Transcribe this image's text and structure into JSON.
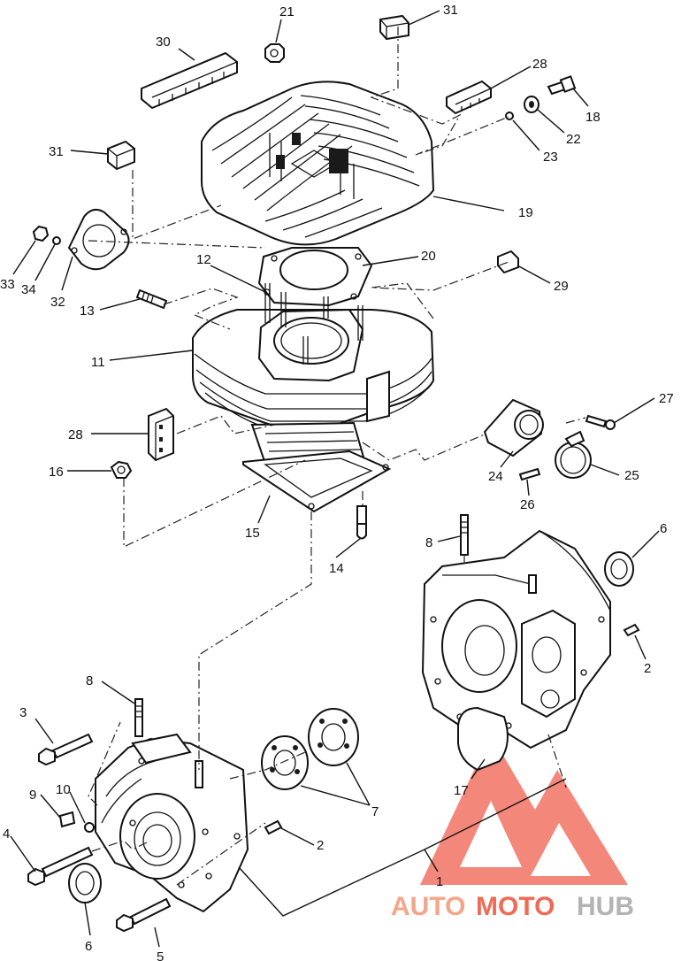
{
  "callouts": [
    {
      "id": "c21",
      "label": "21"
    },
    {
      "id": "c31a",
      "label": "31"
    },
    {
      "id": "c30",
      "label": "30"
    },
    {
      "id": "c28a",
      "label": "28"
    },
    {
      "id": "c18",
      "label": "18"
    },
    {
      "id": "c22",
      "label": "22"
    },
    {
      "id": "c23",
      "label": "23"
    },
    {
      "id": "c31b",
      "label": "31"
    },
    {
      "id": "c19",
      "label": "19"
    },
    {
      "id": "c33",
      "label": "33"
    },
    {
      "id": "c34",
      "label": "34"
    },
    {
      "id": "c32",
      "label": "32"
    },
    {
      "id": "c12",
      "label": "12"
    },
    {
      "id": "c20",
      "label": "20"
    },
    {
      "id": "c29",
      "label": "29"
    },
    {
      "id": "c13",
      "label": "13"
    },
    {
      "id": "c11",
      "label": "11"
    },
    {
      "id": "c27",
      "label": "27"
    },
    {
      "id": "c28b",
      "label": "28"
    },
    {
      "id": "c24",
      "label": "24"
    },
    {
      "id": "c25",
      "label": "25"
    },
    {
      "id": "c16",
      "label": "16"
    },
    {
      "id": "c26",
      "label": "26"
    },
    {
      "id": "c15",
      "label": "15"
    },
    {
      "id": "c8a",
      "label": "8"
    },
    {
      "id": "c6a",
      "label": "6"
    },
    {
      "id": "c14",
      "label": "14"
    },
    {
      "id": "c2a",
      "label": "2"
    },
    {
      "id": "c8b",
      "label": "8"
    },
    {
      "id": "c3",
      "label": "3"
    },
    {
      "id": "c9",
      "label": "9"
    },
    {
      "id": "c10",
      "label": "10"
    },
    {
      "id": "c17",
      "label": "17"
    },
    {
      "id": "c7",
      "label": "7"
    },
    {
      "id": "c4",
      "label": "4"
    },
    {
      "id": "c2b",
      "label": "2"
    },
    {
      "id": "c1",
      "label": "1"
    },
    {
      "id": "c6b",
      "label": "6"
    },
    {
      "id": "c5",
      "label": "5"
    }
  ],
  "watermark": {
    "part1": "AUTO",
    "part2": "MOTO",
    "part3": "HUB",
    "colors": {
      "auto": "#f4a58a",
      "moto": "#ef6b55",
      "hub": "#b3b3b3",
      "logo": "#ef4e3c"
    }
  },
  "colors": {
    "ink": "#111111",
    "background": "#ffffff"
  }
}
